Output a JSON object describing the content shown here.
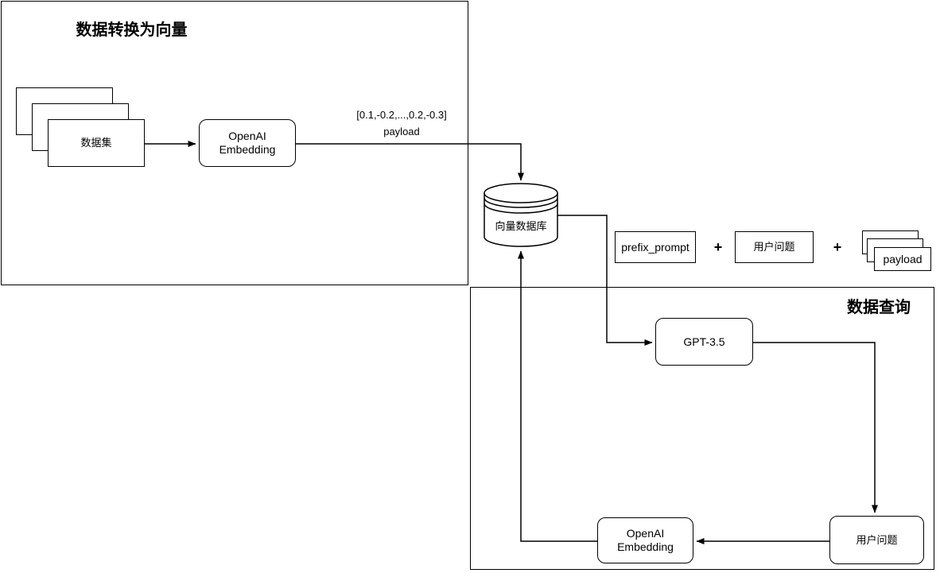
{
  "diagram": {
    "background": "#ffffff",
    "stroke": "#000000",
    "regions": [
      {
        "title": "数据转换为向量"
      },
      {
        "title": "数据查询"
      }
    ],
    "nodes": {
      "dataset": {
        "label": "数据集",
        "shape": "stacked-rect"
      },
      "openai_embedding_top": {
        "label": "OpenAI Embedding",
        "shape": "rounded-rect"
      },
      "vector_db": {
        "label": "向量数据库",
        "shape": "cylinder"
      },
      "gpt35": {
        "label": "GPT-3.5",
        "shape": "rounded-rect"
      },
      "prefix_prompt": {
        "label": "prefix_prompt",
        "shape": "rect"
      },
      "user_question_part": {
        "label": "用户问题",
        "shape": "rect"
      },
      "payload_stack": {
        "label": "payload",
        "shape": "stacked-rect"
      },
      "user_question": {
        "label": "用户问题",
        "shape": "rounded-rect"
      },
      "openai_embedding_bottom": {
        "label": "OpenAI Embedding",
        "shape": "rounded-rect"
      }
    },
    "operators": {
      "plus_1": "+",
      "plus_2": "+"
    },
    "edge_labels": {
      "vector_value": "[0.1,-0.2,...,0.2,-0.3]",
      "vector_payload": "payload"
    }
  }
}
